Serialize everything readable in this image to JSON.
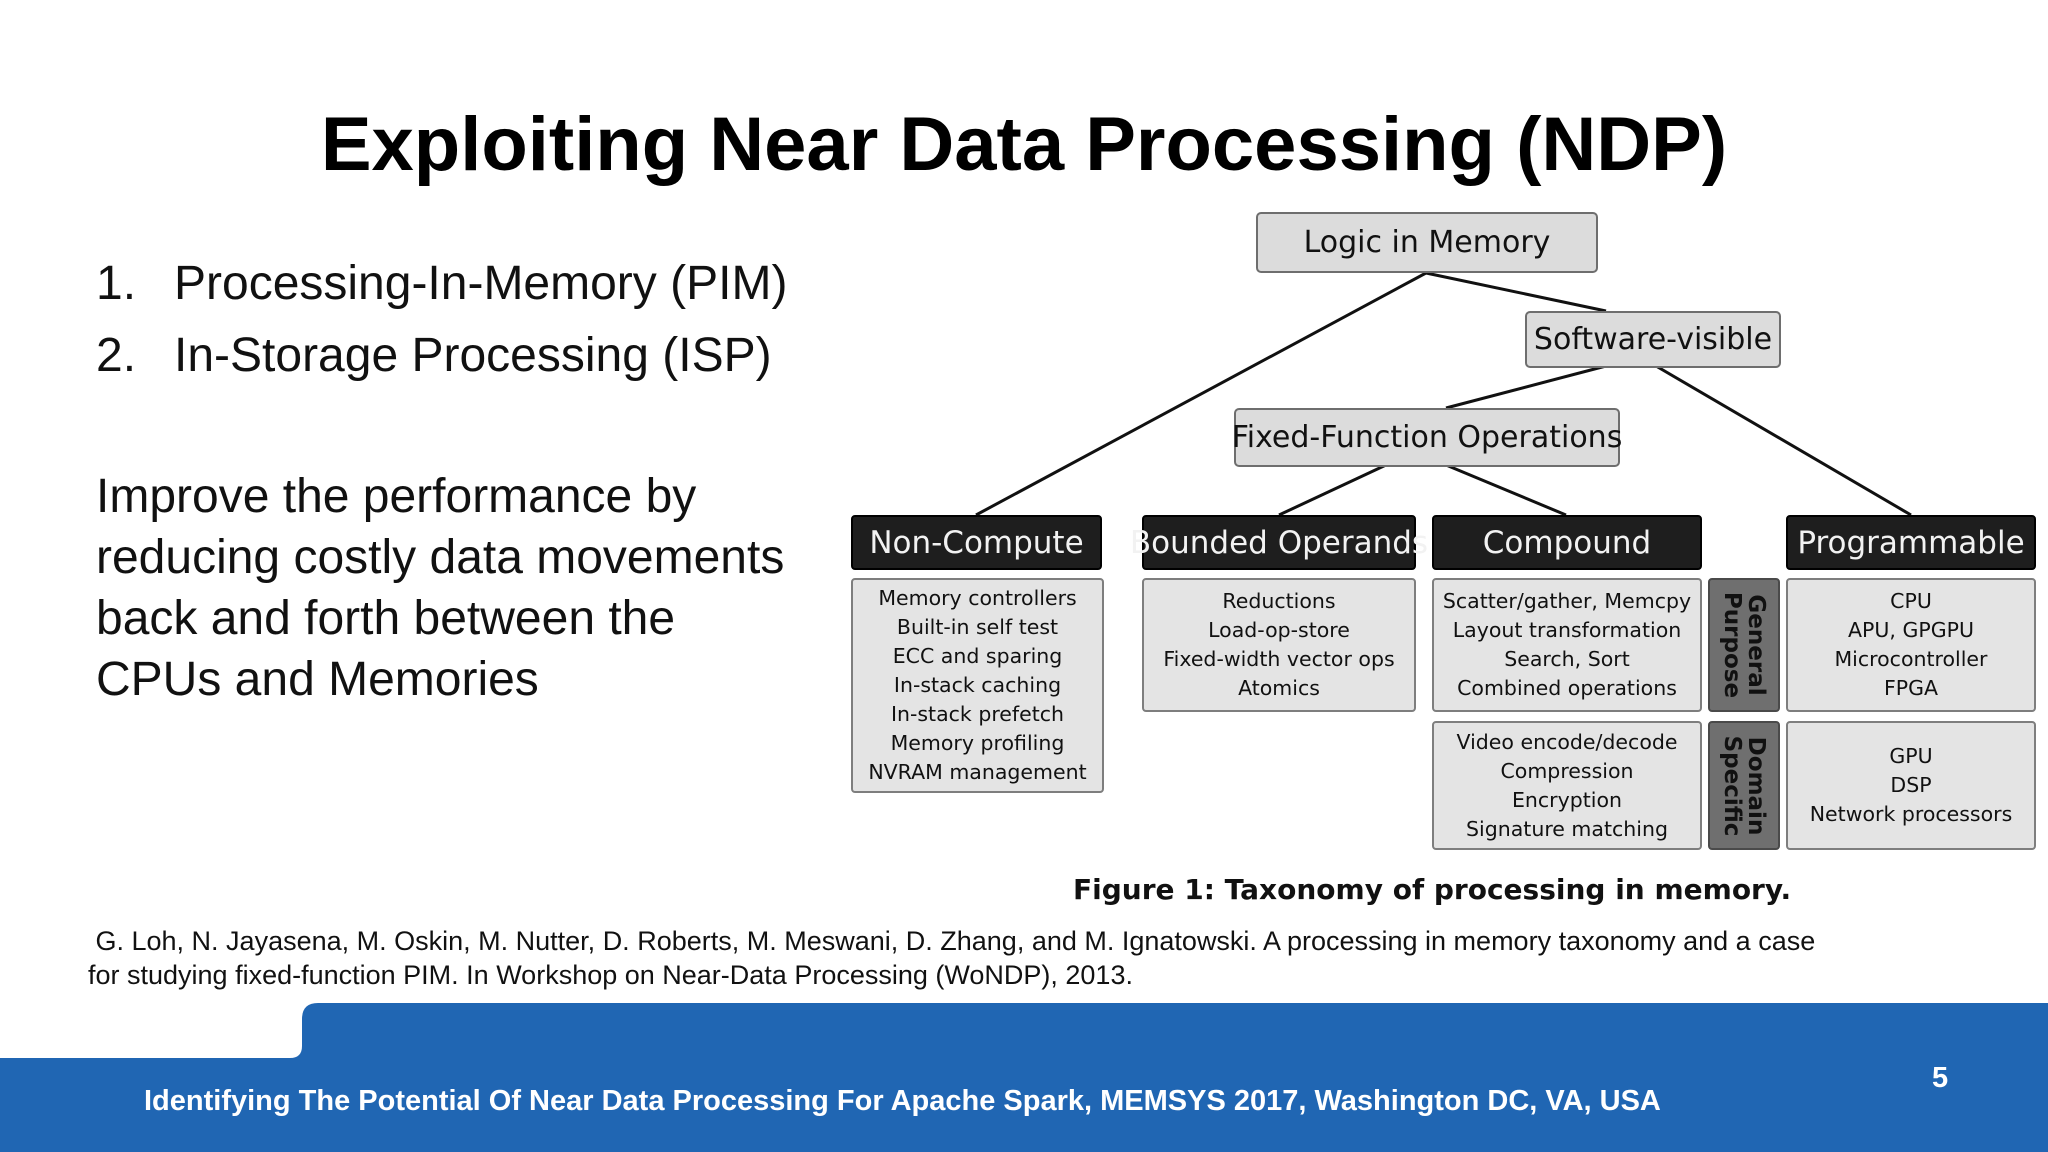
{
  "slide": {
    "title": "Exploiting Near Data Processing (NDP)",
    "list": [
      {
        "num": "1.",
        "text": "Processing-In-Memory (PIM)"
      },
      {
        "num": "2.",
        "text": "In-Storage Processing (ISP)"
      }
    ],
    "paragraph": [
      "Improve the performance by",
      "reducing costly data movements",
      "back and forth between the",
      "CPUs and Memories"
    ],
    "citation": [
      " G. Loh, N. Jayasena, M. Oskin, M. Nutter, D. Roberts, M. Meswani, D. Zhang, and M. Ignatowski. A processing in memory taxonomy and a case",
      "for studying fixed-function PIM. In Workshop on Near-Data Processing (WoNDP), 2013."
    ],
    "footer_text": "Identifying The Potential Of Near Data Processing For Apache Spark, MEMSYS 2017, Washington DC, VA, USA",
    "page_number": "5",
    "colors": {
      "footer_blue": "#2066b3",
      "dark_node": "#1e1e1e",
      "light_node": "#dcdcdc"
    }
  },
  "diagram": {
    "root": "Logic in Memory",
    "software_visible": "Software-visible",
    "fixed_function": "Fixed-Function Operations",
    "categories": [
      "Non-Compute",
      "Bounded Operands",
      "Compound",
      "Programmable"
    ],
    "non_compute_items": [
      "Memory controllers",
      "Built-in self test",
      "ECC and sparing",
      "In-stack caching",
      "In-stack prefetch",
      "Memory profiling",
      "NVRAM management"
    ],
    "bounded_items": [
      "Reductions",
      "Load-op-store",
      "Fixed-width vector ops",
      "Atomics"
    ],
    "compound_general_items": [
      "Scatter/gather, Memcpy",
      "Layout transformation",
      "Search, Sort",
      "Combined operations"
    ],
    "compound_domain_items": [
      "Video encode/decode",
      "Compression",
      "Encryption",
      "Signature matching"
    ],
    "programmable_general_items": [
      "CPU",
      "APU, GPGPU",
      "Microcontroller",
      "FPGA"
    ],
    "programmable_domain_items": [
      "GPU",
      "DSP",
      "Network processors"
    ],
    "general_purpose_label": [
      "General",
      "Purpose"
    ],
    "domain_specific_label": [
      "Domain",
      "Specific"
    ],
    "caption": "Figure 1: Taxonomy of processing in memory."
  }
}
